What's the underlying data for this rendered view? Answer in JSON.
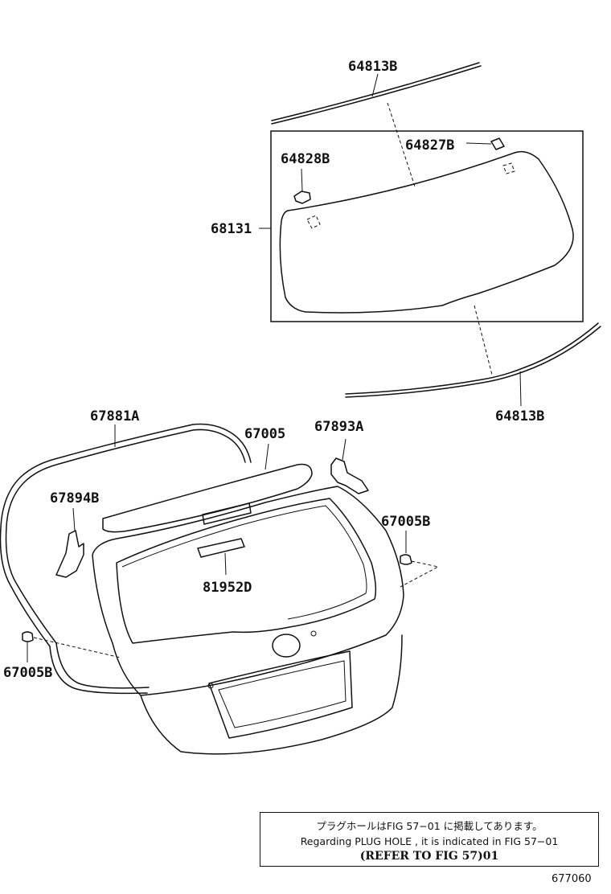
{
  "parts": {
    "moulding_upper": "64813B",
    "clip_right": "64827B",
    "clip_left": "64828B",
    "glass": "68131",
    "moulding_lower": "64813B",
    "weatherstrip": "67881A",
    "back_door_panel": "67005",
    "bracket_right": "67893A",
    "bracket_left": "67894B",
    "bumper_right": "67005B",
    "bumper_left": "67005B",
    "cover": "81952D"
  },
  "note": {
    "japanese": "プラグホールはFIG  57−01 に掲載してあります。",
    "english": "Regarding  PLUG  HOLE , it is indicated in  FIG  57−01",
    "reference": "(REFER  TO  FIG  57)01"
  },
  "figure_code": "677060"
}
